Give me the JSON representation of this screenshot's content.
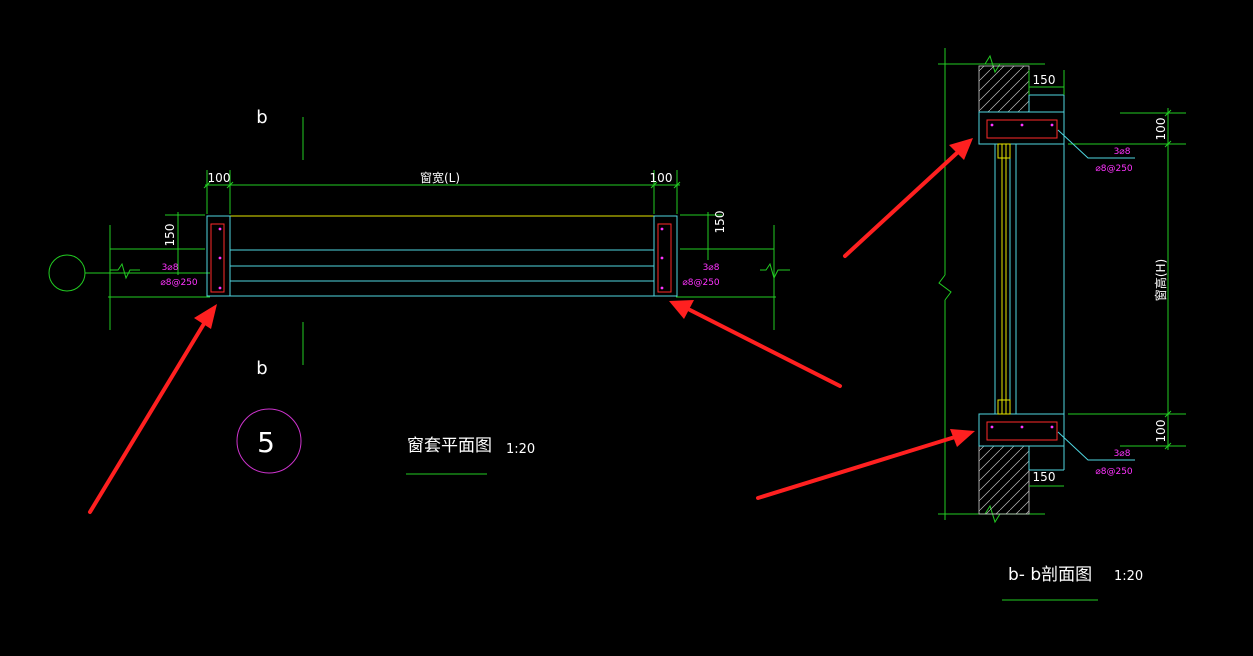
{
  "plan": {
    "section_mark_top": "b",
    "section_mark_bottom": "b",
    "dim_left": "100",
    "dim_width": "窗宽(L)",
    "dim_right": "100",
    "dim_depth_left": "150",
    "dim_depth_right": "150",
    "rebar_main_left": "3⌀8",
    "rebar_stirrup_left": "⌀8@250",
    "rebar_main_right": "3⌀8",
    "rebar_stirrup_right": "⌀8@250",
    "detail_number": "5",
    "title": "窗套平面图",
    "scale": "1:20"
  },
  "section": {
    "dim_top_150": "150",
    "dim_top_100": "100",
    "dim_height": "窗高(H)",
    "dim_bottom_100": "100",
    "dim_bottom_150": "150",
    "rebar_main_top": "3⌀8",
    "rebar_stirrup_top": "⌀8@250",
    "rebar_main_bottom": "3⌀8",
    "rebar_stirrup_bottom": "⌀8@250",
    "title": "b- b剖面图",
    "scale": "1:20"
  },
  "colors": {
    "background": "#000000",
    "dimension_lines": "#22cc22",
    "outlines": "#4fd6e0",
    "rebar_text": "#ff33ff",
    "rebar_lines": "#ff2a2a",
    "arrows": "#ff2020",
    "glazing": "#e6e600"
  }
}
